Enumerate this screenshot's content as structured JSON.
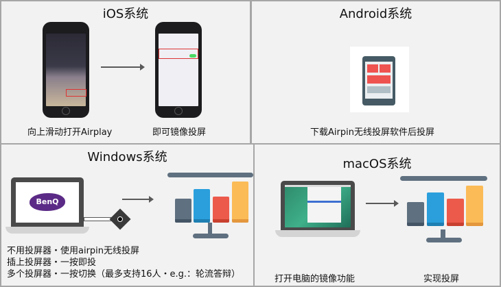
{
  "ios": {
    "title": "iOS系统",
    "step1": "向上滑动打开Airplay",
    "step2": "即可镜像投屏"
  },
  "android": {
    "title": "Android系统",
    "caption": "下载Airpin无线投屏软件后投屏"
  },
  "windows": {
    "title": "Windows系统",
    "logo": "BenQ",
    "lines": [
      "不用投屏器・使用airpin无线投屏",
      "插上投屏器・一按即投",
      "多个投屏器・一按切换（最多支持16人・e.g.：轮流答辩）"
    ]
  },
  "macos": {
    "title": "macOS系统",
    "step1": "打开电脑的镜像功能",
    "step2": "实现投屏"
  },
  "colors": {
    "panel": "#f2f2f2",
    "border": "#a6a6a6",
    "bar_gray": "#5f7080",
    "bar_blue": "#2a9fdc",
    "bar_red": "#ec5a4b",
    "bar_yellow": "#fbbb57"
  }
}
